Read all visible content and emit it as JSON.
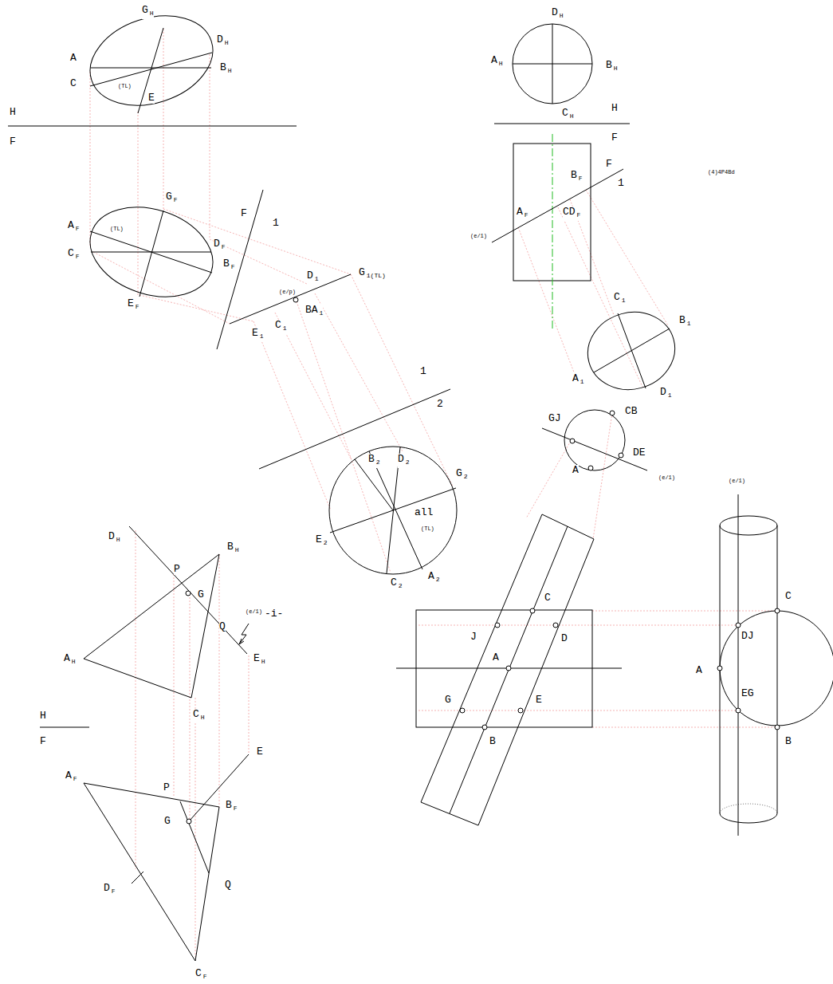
{
  "diagram": {
    "labels": [
      "GH",
      "DH",
      "A",
      "BH",
      "C",
      "(TL)",
      "E",
      "H",
      "F",
      "GF",
      "AF",
      "(TL)",
      "CF",
      "DF",
      "BF",
      "EF",
      "F",
      "1",
      "D1",
      "(e/p)",
      "G1(TL)",
      "BA1",
      "C1",
      "E1",
      "1",
      "2",
      "B2",
      "D2",
      "G2",
      "all",
      "(TL)",
      "E2",
      "C2",
      "A2",
      "DH",
      "AH",
      "BH",
      "CH",
      "H",
      "F",
      "BF",
      "F",
      "1",
      "AF",
      "CDF",
      "(e/1)",
      "(4)4P4Bd",
      "C1",
      "B1",
      "A1",
      "D1",
      "GJ",
      "CB",
      "DE",
      "A",
      "(e/1)",
      "C",
      "J",
      "D",
      "A",
      "G",
      "E",
      "B",
      "(e/1)",
      "C",
      "DJ",
      "A",
      "EG",
      "B",
      "DH",
      "BH",
      "P",
      "G",
      "Q",
      "(e/1)",
      "-i-",
      "AH",
      "EH",
      "CH",
      "H",
      "F",
      "AF",
      "P",
      "BF",
      "E",
      "G",
      "DF",
      "Q",
      "CF"
    ]
  }
}
